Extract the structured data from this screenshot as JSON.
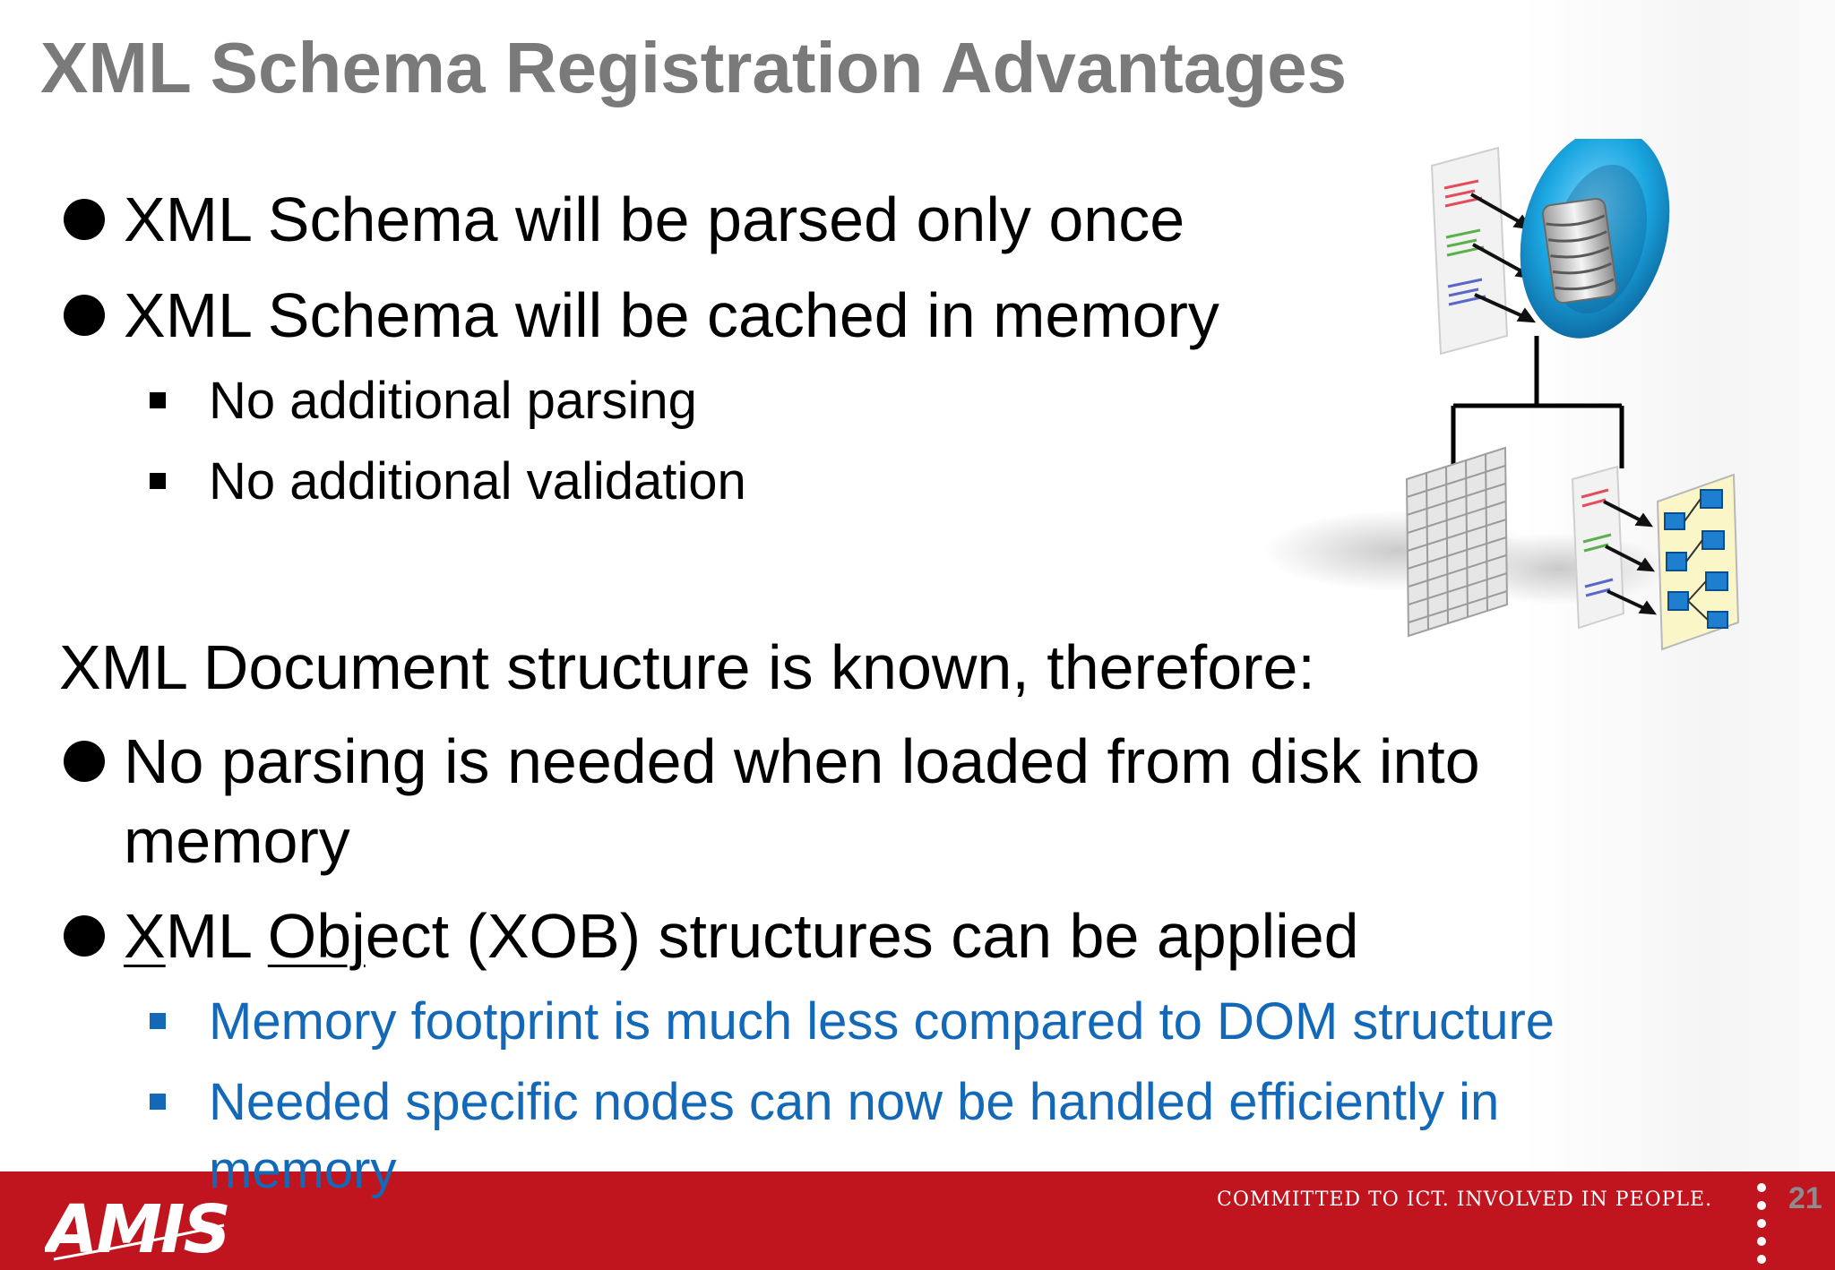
{
  "slide": {
    "title": "XML Schema Registration Advantages",
    "bullets_top": [
      {
        "text": "XML Schema will be parsed only once"
      },
      {
        "text": "XML Schema will be cached in memory"
      }
    ],
    "sub_bullets_top": [
      {
        "text": "No additional parsing"
      },
      {
        "text": "No additional validation"
      }
    ],
    "intro_line": "XML Document structure is known, therefore:",
    "bullet_disk": {
      "line1": "No parsing is needed when loaded from disk into",
      "line2": "memory"
    },
    "bullet_xob": {
      "x_letter": "X",
      "ml": "ML ",
      "obj": "Obj",
      "rest": "ect (XOB) structures can be applied"
    },
    "sub_bullets_blue": [
      {
        "text": "Memory footprint is much less compared to DOM structure"
      },
      {
        "text": "Needed specific nodes can now be handled efficiently in"
      },
      {
        "text": "memory"
      }
    ]
  },
  "footer": {
    "logo_text": "AMIS",
    "tagline": "COMMITTED TO ICT. INVOLVED IN PEOPLE.",
    "page_number": "21"
  },
  "colors": {
    "title": "#7a7a7a",
    "accent_blue": "#1369b8",
    "footer_red": "#c0141f",
    "page_number": "#8c8c8c"
  },
  "icons": [
    "xml-document-icon",
    "database-icon",
    "table-grid-icon",
    "tree-diagram-icon"
  ]
}
